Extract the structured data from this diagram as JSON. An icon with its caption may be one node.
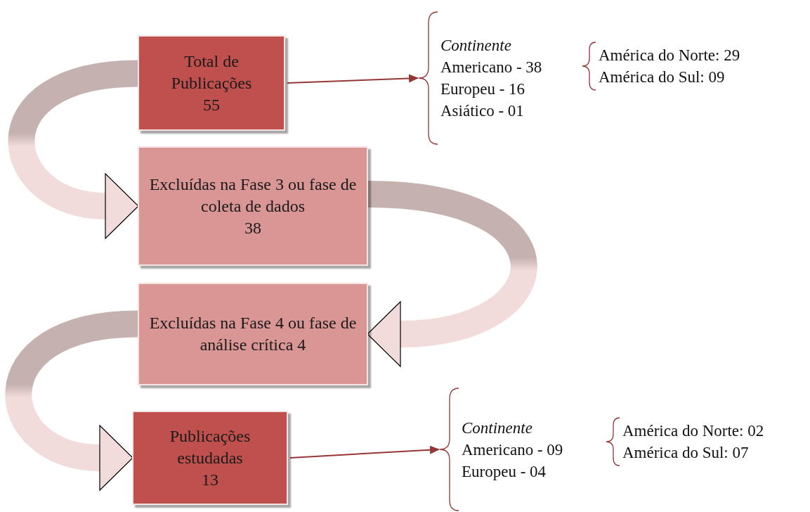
{
  "diagram": {
    "nodes": [
      {
        "text": [
          "Total de Publicações",
          "55"
        ]
      },
      {
        "text": [
          "Continente",
          "Americano - 38",
          "Europeu - 16",
          "Asiático - 01"
        ]
      },
      {
        "text": [
          "América do Norte: 29",
          "América do Sul: 09"
        ]
      },
      {
        "text": [
          "Excluídas na Fase 3 ou fase de coleta de dados",
          "38"
        ]
      },
      {
        "text": [
          "Excluídas na Fase 4 ou fase de análise crítica 4"
        ]
      },
      {
        "text": [
          "Publicações estudadas",
          "13"
        ]
      },
      {
        "text": [
          "Continente",
          "Americano - 09",
          "Europeu - 04"
        ]
      },
      {
        "text": [
          "América do Norte: 02",
          "América do Sul: 07"
        ]
      }
    ],
    "edges": [
      {
        "from": 0,
        "to": 3,
        "arrow": "to",
        "style": "thick"
      },
      {
        "from": 3,
        "to": 4,
        "arrow": "to",
        "style": "thick"
      },
      {
        "from": 4,
        "to": 5,
        "arrow": "to",
        "style": "thick"
      },
      {
        "from": 0,
        "to": 1,
        "arrow": "to",
        "color": "#953735"
      },
      {
        "from": 5,
        "to": 6,
        "arrow": "to",
        "color": "#953735"
      }
    ]
  }
}
